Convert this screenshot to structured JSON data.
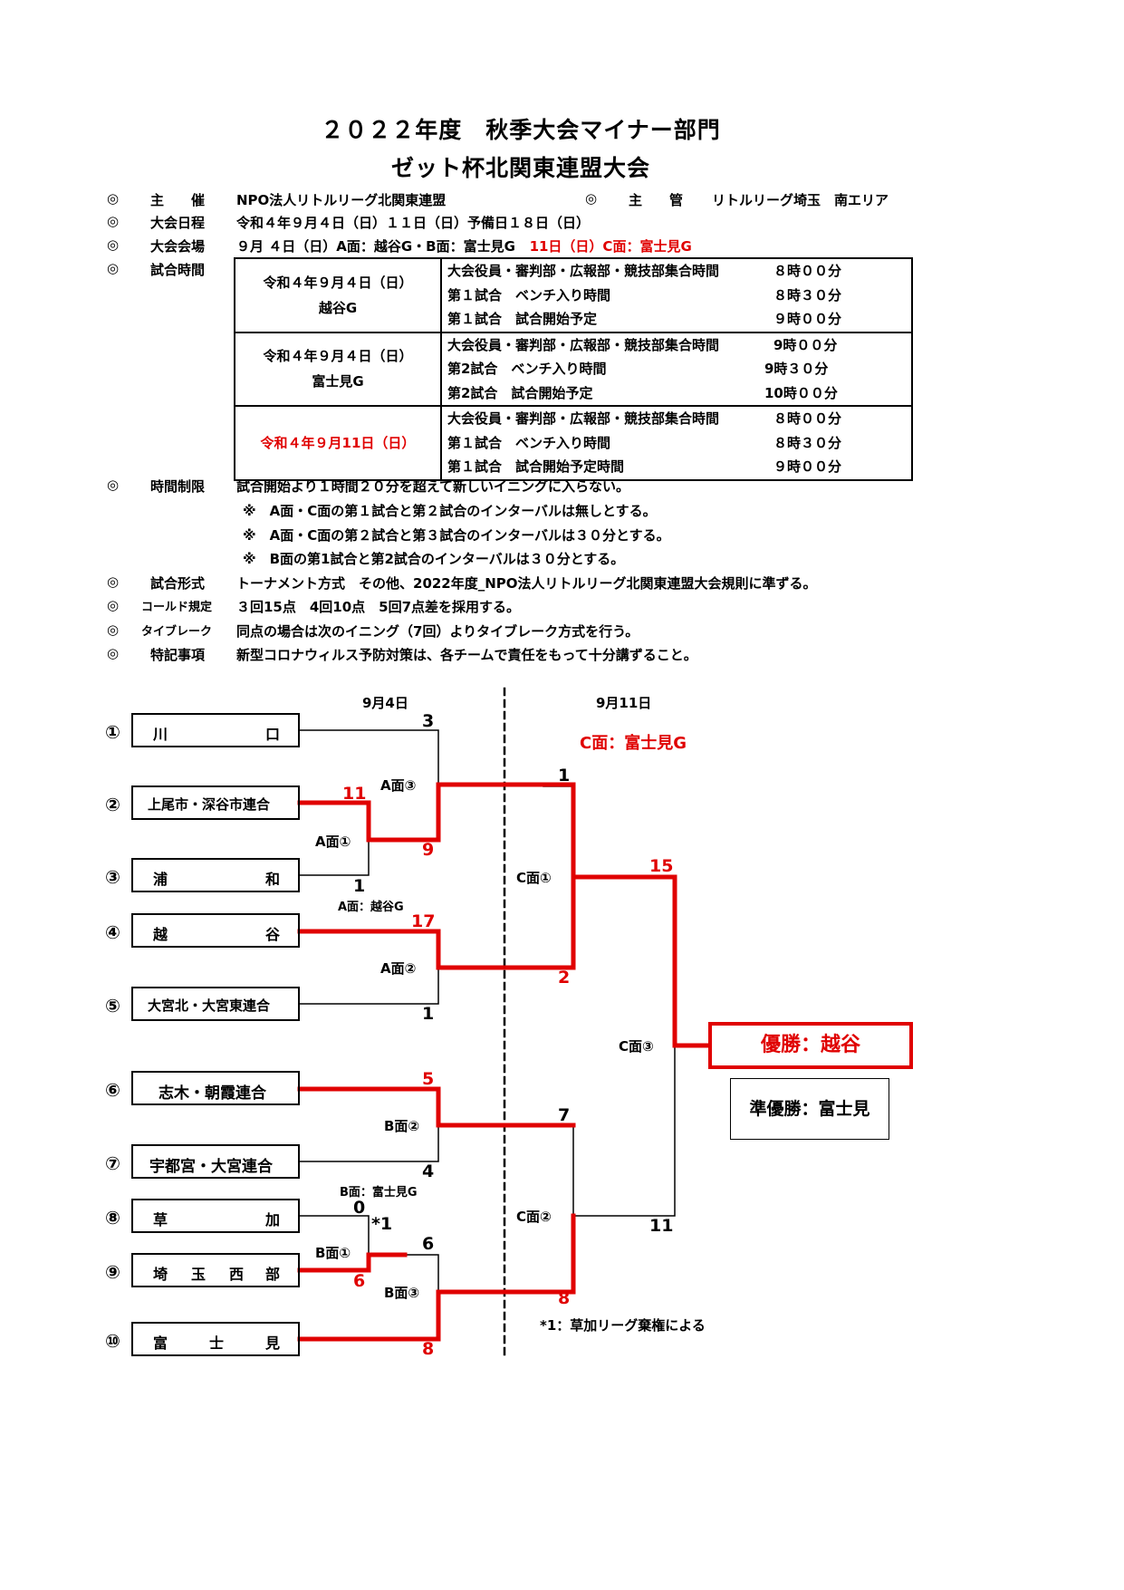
{
  "title": {
    "line1": "２０２２年度　秋季大会マイナー部門",
    "line2": "ゼット杯北関東連盟大会"
  },
  "info": {
    "mark": "◎",
    "organizer_label": "主　　催",
    "organizer": "NPO法人リトルリーグ北関東連盟",
    "manager_mark": "◎",
    "manager_label": "主　　管",
    "manager": "リトルリーグ埼玉　南エリア",
    "dates_label": "大会日程",
    "dates": "令和４年９月４日（日）１１日（日）予備日１８日（日）",
    "venue_label": "大会会場",
    "venue": "９月 ４日（日）A面：越谷G・B面：富士見G",
    "venue_red": "11日（日）C面：富士見G",
    "time_label": "試合時間",
    "limit_label": "時間制限",
    "limit": "試合開始より１時間２０分を超えて新しいイニングに入らない。",
    "notes": [
      "※　A面・C面の第１試合と第２試合のインターバルは無しとする。",
      "※　A面・C面の第２試合と第３試合のインターバルは３０分とする。",
      "※　B面の第1試合と第2試合のインターバルは３０分とする。"
    ],
    "format_label": "試合形式",
    "format": "トーナメント方式　その他、2022年度_NPO法人リトルリーグ北関東連盟大会規則に準ずる。",
    "called_label": "コールド規定",
    "called": "３回15点　4回10点　5回7点差を採用する。",
    "tiebreak_label": "タイブレーク",
    "tiebreak": "同点の場合は次のイニング（7回）よりタイブレーク方式を行う。",
    "special_label": "特記事項",
    "special": "新型コロナウィルス予防対策は、各チームで責任をもって十分講ずること。"
  },
  "schedule": [
    {
      "day": "令和４年９月４日（日）",
      "venue": "越谷G",
      "lines": [
        {
          "text": "大会役員・審判部・広報部・競技部集合時間",
          "time": "８時００分"
        },
        {
          "text": "第１試合　ベンチ入り時間",
          "time": "８時３０分"
        },
        {
          "text": "第１試合　試合開始予定",
          "time": "９時００分"
        }
      ]
    },
    {
      "day": "令和４年９月４日（日）",
      "venue": "富士見G",
      "lines": [
        {
          "text": "大会役員・審判部・広報部・競技部集合時間",
          "time": "9時００分"
        },
        {
          "text": "第2試合　ベンチ入り時間",
          "time": "9時３０分"
        },
        {
          "text": "第2試合　試合開始予定",
          "time": "10時００分"
        }
      ]
    },
    {
      "day": "令和４年９月11日（日）",
      "venue": "",
      "lines": [
        {
          "text": "大会役員・審判部・広報部・競技部集合時間",
          "time": "８時００分"
        },
        {
          "text": "第１試合　ベンチ入り時間",
          "time": "８時３０分"
        },
        {
          "text": "第１試合　試合開始予定時間",
          "time": "９時００分"
        }
      ]
    }
  ],
  "bracket": {
    "date_left": "9月4日",
    "date_right": "9月11日",
    "venue_c": "C面：富士見G",
    "venue_a": "A面：越谷G",
    "venue_b": "B面：富士見G",
    "teams": [
      {
        "seed": "①",
        "parts": [
          "川",
          "口"
        ]
      },
      {
        "seed": "②",
        "parts": [
          "上尾市・深谷市連合"
        ]
      },
      {
        "seed": "③",
        "parts": [
          "浦",
          "和"
        ]
      },
      {
        "seed": "④",
        "parts": [
          "越",
          "谷"
        ]
      },
      {
        "seed": "⑤",
        "parts": [
          "大宮北・大宮東連合"
        ]
      },
      {
        "seed": "⑥",
        "parts": [
          "志木・朝霞連合"
        ]
      },
      {
        "seed": "⑦",
        "parts": [
          "宇都宮・大宮連合"
        ]
      },
      {
        "seed": "⑧",
        "parts": [
          "草",
          "加"
        ]
      },
      {
        "seed": "⑨",
        "parts": [
          "埼",
          "玉",
          "西",
          "部"
        ]
      },
      {
        "seed": "⑩",
        "parts": [
          "富",
          "士",
          "見"
        ]
      }
    ],
    "games": {
      "a1": "A面①",
      "a2": "A面②",
      "a3": "A面③",
      "b1": "B面①",
      "b2": "B面②",
      "b3": "B面③",
      "c1": "C面①",
      "c2": "C面②",
      "c3": "C面③"
    },
    "scores": {
      "a3_top": "3",
      "a1_top": "11",
      "a1_bot": "1",
      "a3_bot": "9",
      "a2_top": "17",
      "a2_bot": "1",
      "b2_top": "5",
      "b2_bot": "4",
      "b1_top": "0",
      "b1_bot": "6",
      "b3_top": "6",
      "b3_bot": "8",
      "c1_top": "1",
      "c1_bot": "2",
      "c2_top": "7",
      "c2_bot": "8",
      "c3_top": "15",
      "c3_bot": "11"
    },
    "forfeit_mark": "*1",
    "forfeit_note": "*1：草加リーグ棄権による",
    "champion": "優勝：越谷",
    "runner_up": "準優勝：富士見"
  },
  "colors": {
    "winner_line": "#e00000",
    "loser_line": "#000000"
  }
}
